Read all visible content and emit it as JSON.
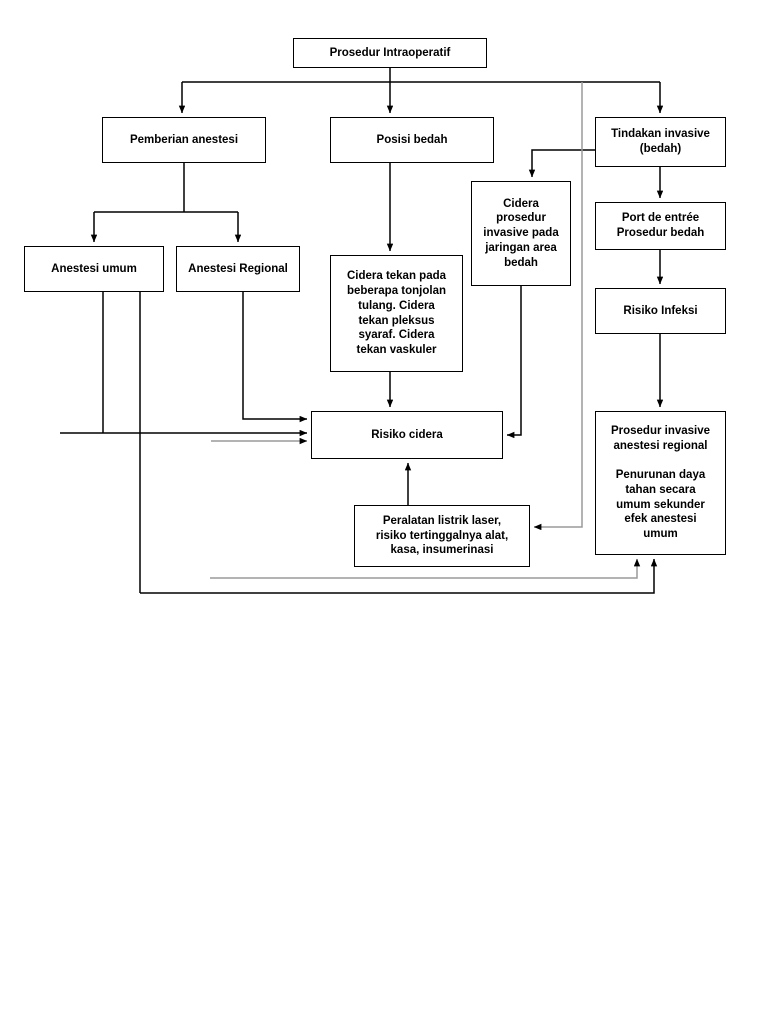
{
  "diagram": {
    "title": "Prosedur Intraoperatif flowchart",
    "background_color": "#ffffff",
    "line_color": "#000000",
    "faded_line_color": "#9a9a9a",
    "text_color": "#000000",
    "nodes": {
      "prosedur_intraoperatif": "Prosedur Intraoperatif",
      "pemberian_anestesi": "Pemberian anestesi",
      "posisi_bedah": "Posisi bedah",
      "tindakan_invasive": "Tindakan invasive\n(bedah)",
      "port_de_entree": "Port de entrée\nProsedur bedah",
      "risiko_infeksi": "Risiko Infeksi",
      "prosedur_invasive_anestesi": "Prosedur invasive\nanestesi regional\n\nPenurunan daya\ntahan secara\numum sekunder\nefek anestesi\numum",
      "anestesi_umum": "Anestesi umum",
      "anestesi_regional": "Anestesi Regional",
      "cidera_tekan": "Cidera tekan pada\nbeberapa tonjolan\ntulang. Cidera\ntekan pleksus\nsyaraf. Cidera\ntekan vaskuler",
      "cidera_prosedur_invasive": "Cidera\nprosedur\ninvasive pada\njaringan area\nbedah",
      "risiko_cidera": "Risiko cidera",
      "peralatan_listrik": "Peralatan listrik laser,\nrisiko tertinggalnya alat,\nkasa, insumerinasi"
    }
  }
}
